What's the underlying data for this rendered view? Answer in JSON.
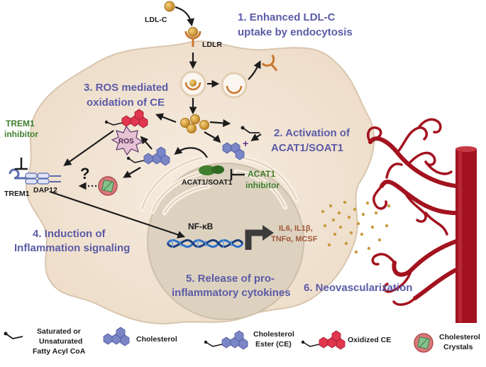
{
  "steps": {
    "step1_line1": "1. Enhanced LDL-C",
    "step1_line2": "uptake by endocytosis",
    "step2_line1": "2. Activation of",
    "step2_line2": "ACAT1/SOAT1",
    "step3_line1": "3. ROS mediated",
    "step3_line2": "oxidation of CE",
    "step4_line1": "4. Induction of",
    "step4_line2": "Inflammation signaling",
    "step5_line1": "5. Release of pro-",
    "step5_line2": "inflammatory cytokines",
    "step6": "6. Neovascularization"
  },
  "labels": {
    "ldlc": "LDL-C",
    "ldlr": "LDLR",
    "ros": "ROS",
    "question": "?",
    "plus": "+",
    "trem1": "TREM1",
    "dap12": "DAP12",
    "acat1_soat1": "ACAT1/SOAT1",
    "nfkb": "NF-κB",
    "trem1_inhibitor_line1": "TREM1",
    "trem1_inhibitor_line2": "inhibitor",
    "acat1_inhibitor_line1": "ACAT1",
    "acat1_inhibitor_line2": "inhibitor",
    "cytokines_line1": "IL6, IL1β,",
    "cytokines_line2": "TNFα, MCSF"
  },
  "legend": {
    "fatty_acyl_line1": "Saturated or",
    "fatty_acyl_line2": "Unsaturated",
    "fatty_acyl_line3": "Fatty Acyl CoA",
    "cholesterol": "Cholesterol",
    "ce_line1": "Cholesterol",
    "ce_line2": "Ester (CE)",
    "oxidized_ce": "Oxidized CE",
    "crystals_line1": "Cholesterol",
    "crystals_line2": "Crystals"
  },
  "colors": {
    "cell_fill": "#f2e6d8",
    "cell_stroke": "#d9c6ae",
    "nucleus_fill": "#ddd1c0",
    "step_text": "#5b5ba6",
    "inhibitor_text": "#3f7f2e",
    "cytokine_text": "#a0583a",
    "vessel": "#a3131f",
    "ldl_particle": "#d9a03a",
    "cholesterol": "#7b86c6",
    "oxidized_ce": "#e0364e"
  }
}
